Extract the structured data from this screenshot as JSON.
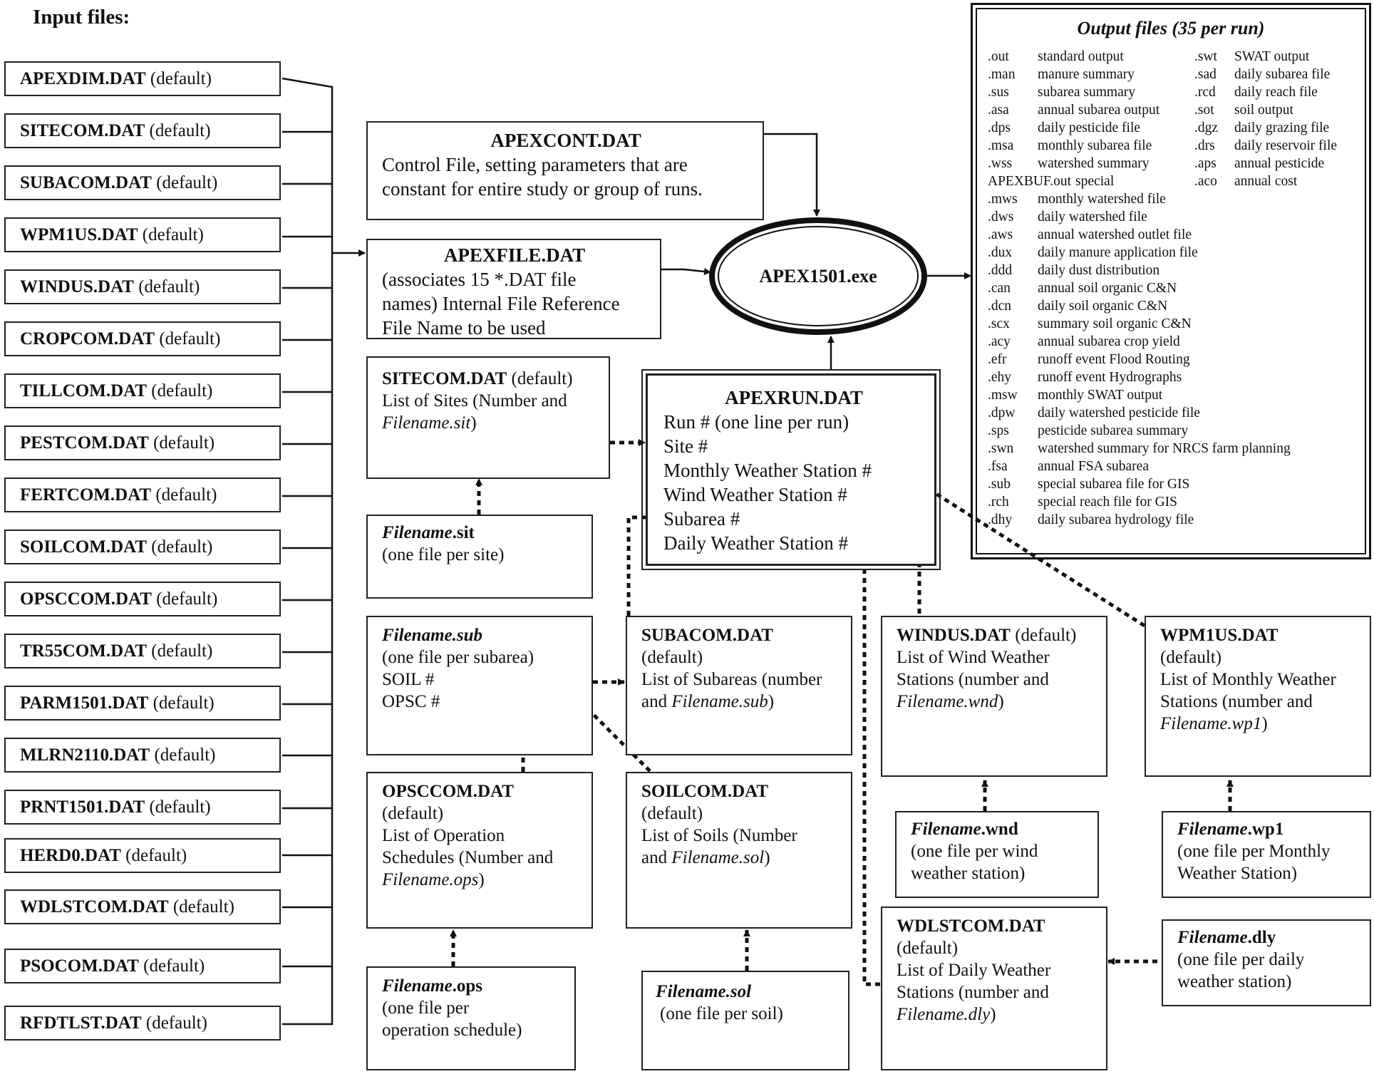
{
  "heading": "Input files:",
  "input_files": [
    {
      "name": "APEXDIM.DAT",
      "note": "(default)"
    },
    {
      "name": "SITECOM.DAT",
      "note": "(default)"
    },
    {
      "name": "SUBACOM.DAT",
      "note": "(default)"
    },
    {
      "name": "WPM1US.DAT",
      "note": "(default)"
    },
    {
      "name": "WINDUS.DAT",
      "note": "(default)"
    },
    {
      "name": "CROPCOM.DAT",
      "note": "(default)"
    },
    {
      "name": "TILLCOM.DAT",
      "note": "(default)"
    },
    {
      "name": "PESTCOM.DAT",
      "note": "(default)"
    },
    {
      "name": "FERTCOM.DAT",
      "note": "(default)"
    },
    {
      "name": "SOILCOM.DAT",
      "note": "(default)"
    },
    {
      "name": "OPSCCOM.DAT",
      "note": "(default)"
    },
    {
      "name": "TR55COM.DAT",
      "note": "(default)"
    },
    {
      "name": "PARM1501.DAT",
      "note": "(default)"
    },
    {
      "name": "MLRN2110.DAT",
      "note": "(default)"
    },
    {
      "name": "PRNT1501.DAT",
      "note": "(default)"
    },
    {
      "name": "HERD0.DAT",
      "note": "(default)"
    },
    {
      "name": "WDLSTCOM.DAT",
      "note": "(default)"
    },
    {
      "name": "PSOCOM.DAT",
      "note": "(default)"
    },
    {
      "name": "RFDTLST.DAT",
      "note": "(default)"
    }
  ],
  "apexcont": {
    "title": "APEXCONT.DAT",
    "line1": "Control File, setting parameters that are",
    "line2": "constant for entire study or group of runs."
  },
  "apexfile": {
    "title": "APEXFILE.DAT",
    "line1": "(associates 15 *.DAT file",
    "line2": "names) Internal File Reference",
    "line3": "File Name to be used"
  },
  "exe_label": "APEX1501.exe",
  "sitecom": {
    "title": "SITECOM.DAT",
    "note": "(default)",
    "line1": "List of Sites (Number and",
    "line2_it": "Filename.sit",
    "line2_end": ")"
  },
  "filename_sit": {
    "stem": "Filename",
    "ext": ".sit",
    "line1": "(one file per site)"
  },
  "apexrun": {
    "title": "APEXRUN.DAT",
    "lines": [
      "Run # (one line per run)",
      "Site #",
      "Monthly Weather Station #",
      "Wind Weather Station #",
      "Subarea #",
      "Daily Weather Station #"
    ]
  },
  "filename_sub": {
    "title": "Filename.sub",
    "line1": "(one file per subarea)",
    "line2": "SOIL #",
    "line3": "OPSC #"
  },
  "subacom": {
    "title": "SUBACOM.DAT",
    "note": "(default)",
    "line1": "List of Subareas (number",
    "line2_pre": "and ",
    "line2_it": "Filename.sub",
    "line2_end": ")"
  },
  "opsccom": {
    "title": "OPSCCOM.DAT",
    "note": "(default)",
    "line1": "List of Operation",
    "line2": "Schedules (Number and",
    "line3_it": "Filename.ops",
    "line3_end": ")"
  },
  "soilcom": {
    "title": "SOILCOM.DAT",
    "note": "(default)",
    "line1": "List of Soils (Number",
    "line2_pre": "and ",
    "line2_it": "Filename.sol",
    "line2_end": ")"
  },
  "filename_ops": {
    "stem": "Filename",
    "ext": ".ops",
    "line1": "(one file per",
    "line2": "operation schedule)"
  },
  "filename_sol": {
    "title": "Filename.sol",
    "line1": "(one file per soil)"
  },
  "windus": {
    "title": "WINDUS.DAT",
    "note": "(default)",
    "line1": "List of Wind Weather",
    "line2": "Stations (number and",
    "line3_it": "Filename.wnd",
    "line3_end": ")"
  },
  "wpm1us": {
    "title": "WPM1US.DAT",
    "note": "(default)",
    "line1": "List of Monthly Weather",
    "line2": "Stations (number and",
    "line3_it": "Filename.wp1",
    "line3_end": ")"
  },
  "filename_wnd": {
    "stem": "Filename",
    "ext": ".wnd",
    "line1": "(one file per wind",
    "line2": "weather station)"
  },
  "filename_wp1": {
    "stem": "Filename",
    "ext": ".wp1",
    "line1": "(one file per Monthly",
    "line2": "Weather Station)"
  },
  "wdlstcom": {
    "title": "WDLSTCOM.DAT",
    "note": "(default)",
    "line1": "List of Daily Weather",
    "line2": "Stations (number and",
    "line3_it": "Filename.dly",
    "line3_end": ")"
  },
  "filename_dly": {
    "stem": "Filename",
    "ext": ".dly",
    "line1": "(one file per daily",
    "line2": "weather station)"
  },
  "output": {
    "title": "Output files (35  per run)",
    "col1": [
      {
        "ext": ".out",
        "desc": "standard output"
      },
      {
        "ext": ".man",
        "desc": "manure summary"
      },
      {
        "ext": ".sus",
        "desc": "subarea summary"
      },
      {
        "ext": ".asa",
        "desc": "annual subarea output"
      },
      {
        "ext": ".dps",
        "desc": "daily pesticide file"
      },
      {
        "ext": ".msa",
        "desc": "monthly subarea file"
      },
      {
        "ext": ".wss",
        "desc": "watershed summary"
      },
      {
        "ext": "APEXBUF.out",
        "desc": "special"
      },
      {
        "ext": ".mws",
        "desc": "monthly watershed file"
      },
      {
        "ext": ".dws",
        "desc": "daily watershed file"
      },
      {
        "ext": ".aws",
        "desc": "annual watershed outlet file"
      },
      {
        "ext": ".dux",
        "desc": "daily manure application file"
      },
      {
        "ext": ".ddd",
        "desc": "daily dust distribution"
      },
      {
        "ext": ".can",
        "desc": "annual soil organic C&N"
      },
      {
        "ext": ".dcn",
        "desc": "daily soil organic C&N"
      },
      {
        "ext": ".scx",
        "desc": "summary soil organic C&N"
      },
      {
        "ext": ".acy",
        "desc": "annual subarea crop yield"
      },
      {
        "ext": ".efr",
        "desc": "runoff event Flood Routing"
      },
      {
        "ext": ".ehy",
        "desc": "runoff event Hydrographs"
      },
      {
        "ext": ".msw",
        "desc": "monthly SWAT output"
      },
      {
        "ext": ".dpw",
        "desc": "daily watershed pesticide file"
      },
      {
        "ext": ".sps",
        "desc": "pesticide subarea summary"
      },
      {
        "ext": ".swn",
        "desc": "watershed summary for NRCS farm planning"
      },
      {
        "ext": ".fsa",
        "desc": "annual FSA subarea"
      },
      {
        "ext": ".sub",
        "desc": "special subarea file for GIS"
      },
      {
        "ext": ".rch",
        "desc": "special reach file for GIS"
      },
      {
        "ext": ".dhy",
        "desc": "daily subarea hydrology file"
      }
    ],
    "col2": [
      {
        "ext": ".swt",
        "desc": "SWAT output"
      },
      {
        "ext": ".sad",
        "desc": "daily subarea file"
      },
      {
        "ext": ".rcd",
        "desc": "daily reach file"
      },
      {
        "ext": ".sot",
        "desc": "soil output"
      },
      {
        "ext": ".dgz",
        "desc": "daily grazing file"
      },
      {
        "ext": ".drs",
        "desc": "daily reservoir file"
      },
      {
        "ext": ".aps",
        "desc": "annual pesticide"
      },
      {
        "ext": ".aco",
        "desc": "annual cost"
      }
    ]
  }
}
